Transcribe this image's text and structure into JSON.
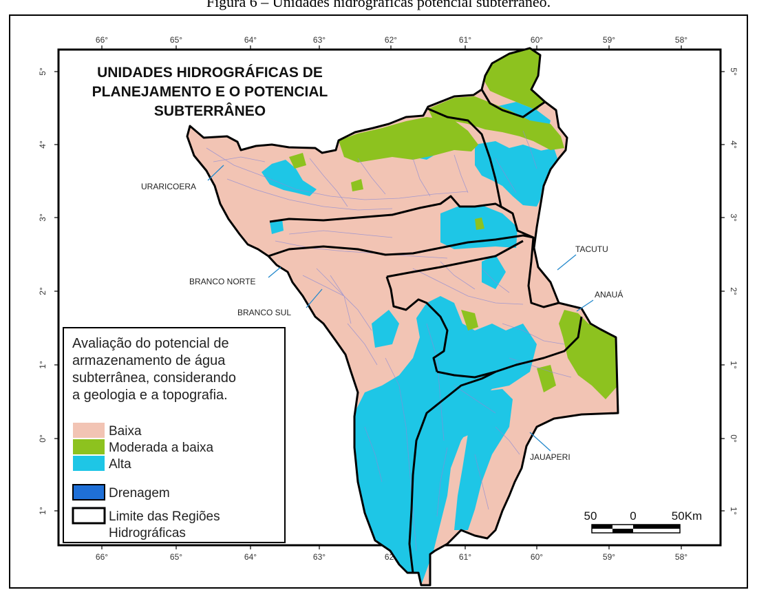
{
  "figure_caption": "Figura 6 – Unidades hidrográficas potencial subterrâneo.",
  "map_title": {
    "line1": "UNIDADES HIDROGRÁFICAS DE",
    "line2": "PLANEJAMENTO E O POTENCIAL",
    "line3": "SUBTERRÂNEO"
  },
  "longitude_labels": [
    "66°",
    "65°",
    "64°",
    "63°",
    "62°",
    "61°",
    "60°",
    "59°",
    "58°"
  ],
  "latitude_labels": [
    "5°",
    "4°",
    "3°",
    "2°",
    "1°",
    "0°",
    "1°"
  ],
  "region_labels": {
    "uraricoera": "URARICOERA",
    "branco_norte": "BRANCO NORTE",
    "branco_sul": "BRANCO SUL",
    "tacutu": "TACUTU",
    "anaua": "ANAUÁ",
    "jauaperi": "JAUAPERI"
  },
  "legend": {
    "title_lines": [
      "Avaliação do potencial de",
      "armazenamento de água",
      "subterrânea, considerando",
      "a geologia e a topografia."
    ],
    "classes": [
      {
        "label": "Baixa",
        "color": "#f2c4b4"
      },
      {
        "label": "Moderada a baixa",
        "color": "#8dc21f"
      },
      {
        "label": "Alta",
        "color": "#1ec6e6"
      }
    ],
    "drenagem": {
      "label": "Drenagem",
      "color": "#1f6fd6"
    },
    "limite_lines": [
      "Limite das Regiões",
      "Hidrográficas"
    ]
  },
  "scale_bar": {
    "left": "50",
    "mid": "0",
    "right": "50Km"
  },
  "colors": {
    "baixa": "#f2c4b4",
    "moderada": "#8dc21f",
    "alta": "#1ec6e6",
    "drainage_line": "#8a8ad6",
    "boundary": "#000000"
  }
}
